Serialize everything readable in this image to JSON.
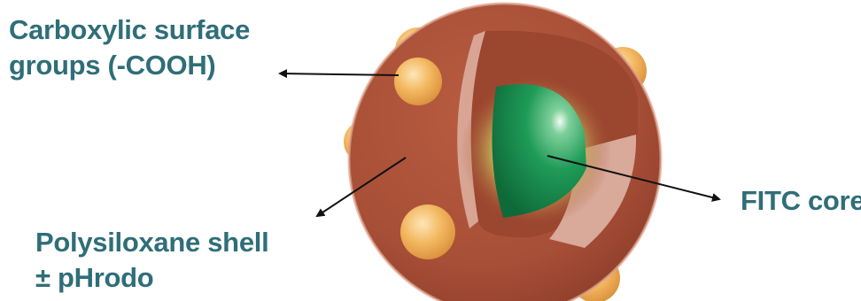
{
  "labels": {
    "carboxylic": [
      "Carboxylic surface",
      "groups (-COOH)"
    ],
    "shell": [
      "Polysiloxane shell",
      "± pHrodo"
    ],
    "core": "FITC core"
  },
  "colors": {
    "label_text": "#2f6e78",
    "shell": "#a84f37",
    "shell_dark": "#8e3f2c",
    "shell_light_wedge": "#d9a99a",
    "core_green": "#1c9a55",
    "bead_orange": "#f0b35a",
    "arrow": "#111111"
  }
}
